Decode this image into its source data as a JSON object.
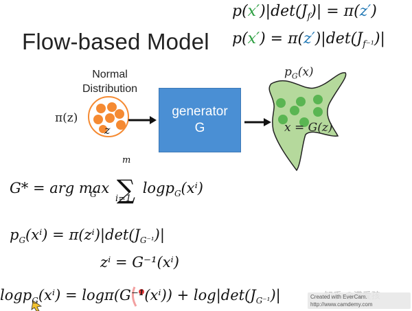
{
  "title": "Flow-based Model",
  "top_equations": {
    "eq1": {
      "p": "p(",
      "xp": "x′",
      "mid": ")|det(J",
      "sub": "f",
      "end": ")| = π(",
      "zp": "z′",
      "close": ")"
    },
    "eq2": {
      "p": "p(",
      "xp": "x′",
      "mid": ") = π(",
      "zp": "z′",
      "end": ")|det(J",
      "sub": "f⁻¹",
      "close": ")|"
    }
  },
  "diagram": {
    "normal_label_line1": "Normal",
    "normal_label_line2": "Distribution",
    "pi_z": "π(z)",
    "z_label": "z",
    "generator_line1": "generator",
    "generator_line2": "G",
    "pg_label": "p",
    "pg_sub": "G",
    "pg_tail": "(x)",
    "xg_label": "x = G(z)"
  },
  "equations": {
    "gstar": {
      "lhs": "G* = arg max",
      "max_sub": "G",
      "sum_top": "m",
      "sum_bottom": "i=1",
      "sum_sym": "∑",
      "term": "logp",
      "term_sub": "G",
      "term_tail": "(xⁱ)"
    },
    "pg": {
      "a": "p",
      "a_sub": "G",
      "b": "(xⁱ) = π(zⁱ)|det(J",
      "b_sub": "G⁻¹",
      "c": ")|"
    },
    "zi": "zⁱ = G⁻¹(xⁱ)",
    "log": {
      "a": "logp",
      "a_sub": "G",
      "b": "(xⁱ) = logπ(G⁻¹(xⁱ)) + log|det(J",
      "b_sub": "G⁻¹",
      "c": ")|"
    }
  },
  "watermark": {
    "zhihu": "知乎 @满爱孩",
    "cam1": "Created with EverCam.",
    "cam2": "http://www.camdemy.com"
  },
  "colors": {
    "generator_box": "#4a8fd4",
    "normal_fill": "#f58a32",
    "blob_fill": "#b5d99c",
    "blob_dot": "#5ab552",
    "accent_green": "#2a9d3f",
    "accent_blue": "#1f77b4"
  }
}
